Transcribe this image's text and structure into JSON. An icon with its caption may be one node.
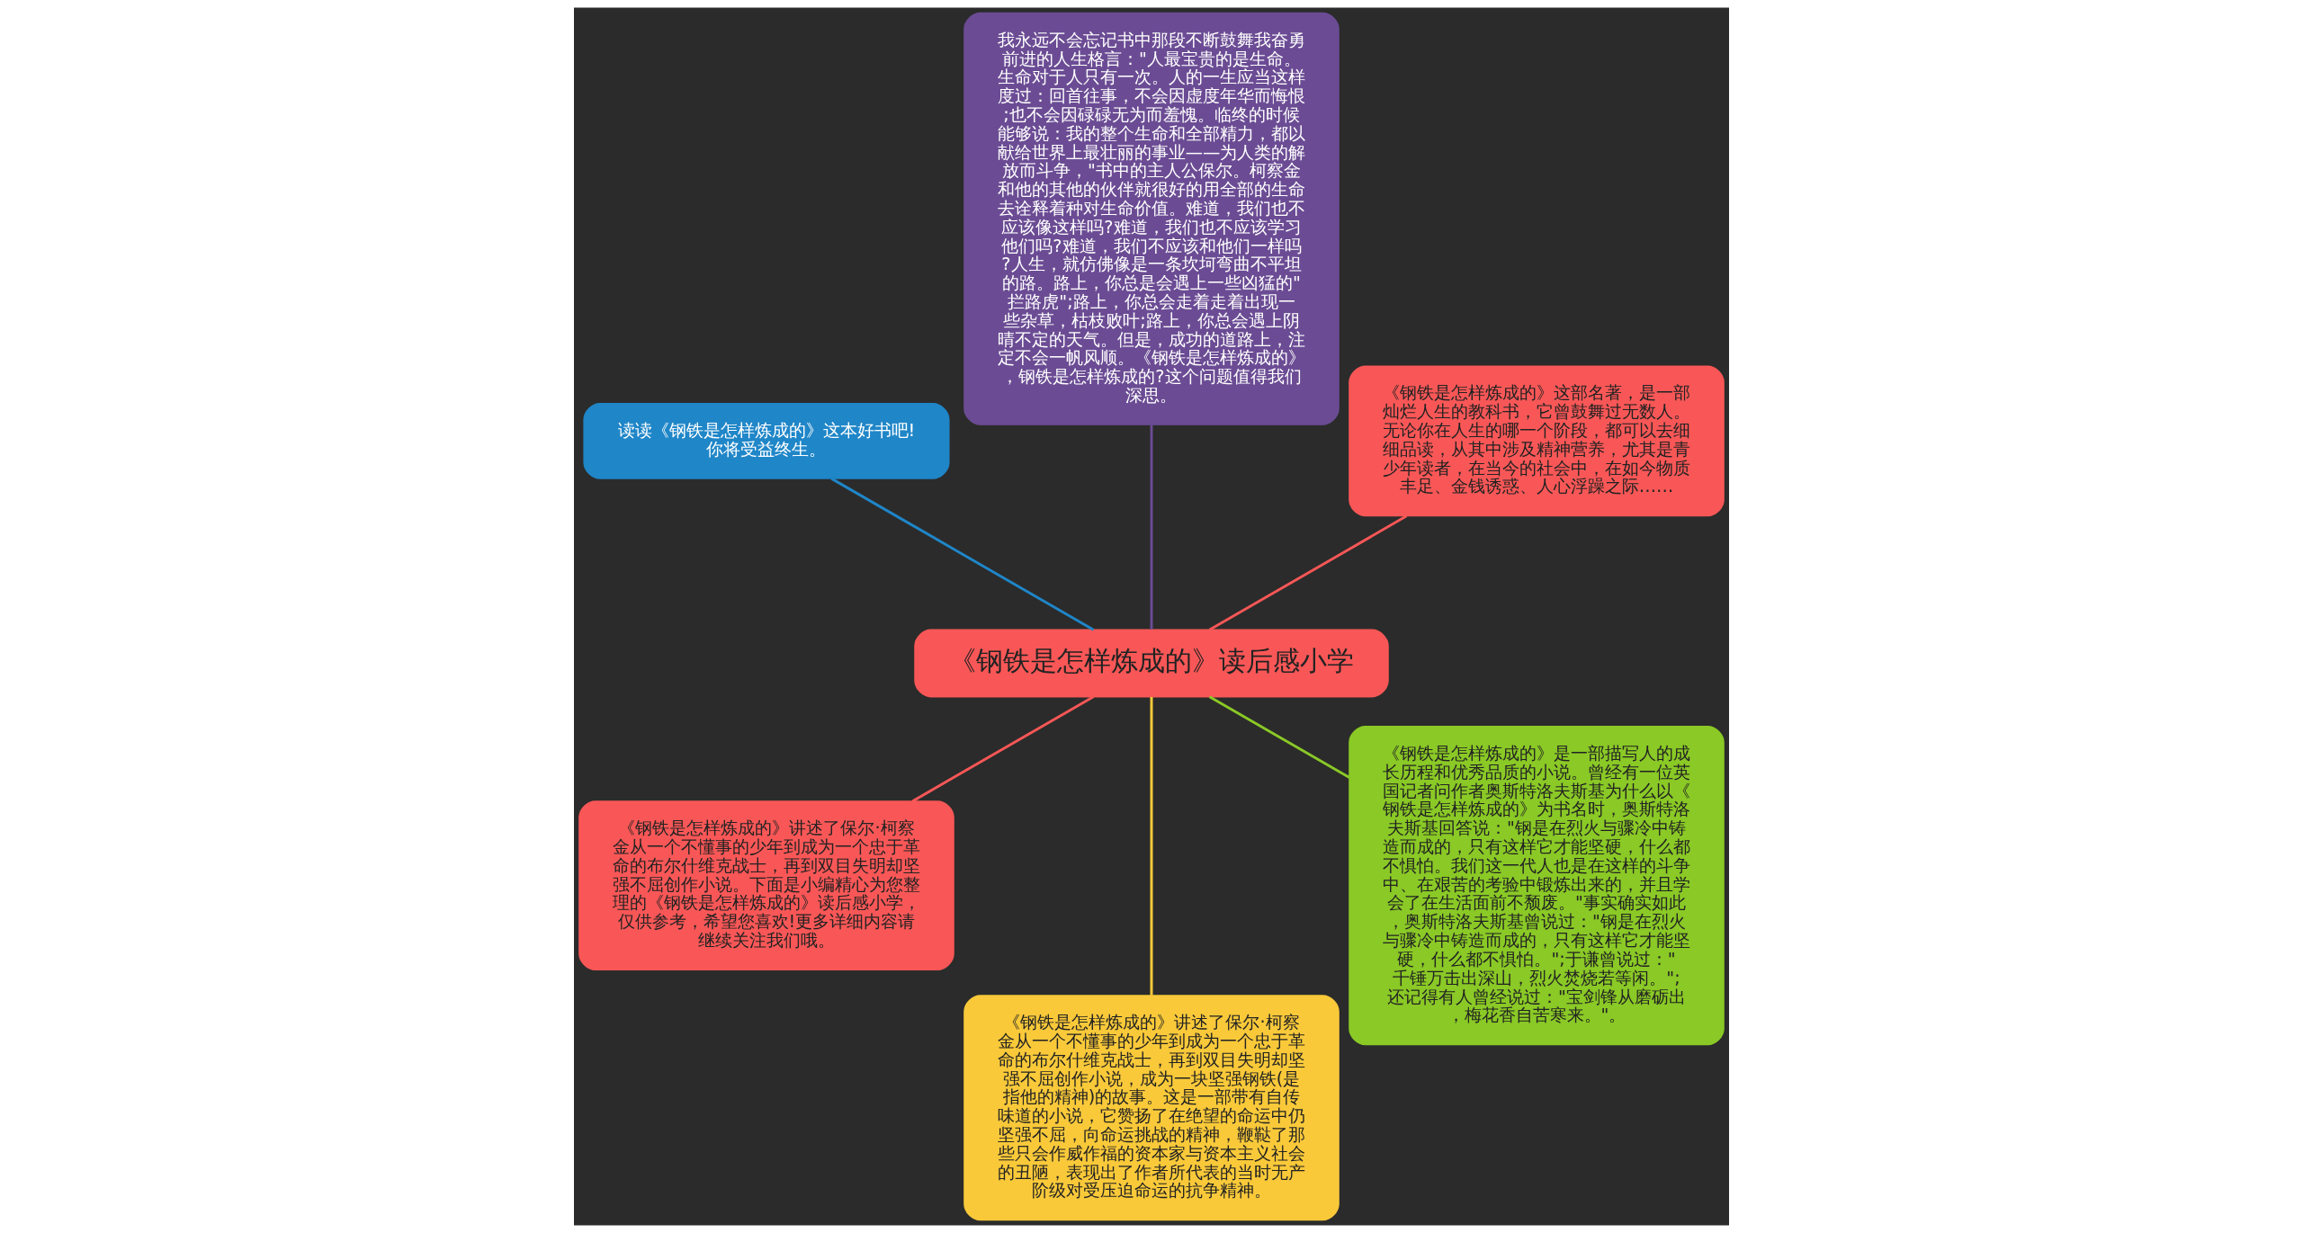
{
  "diagram": {
    "nodes": [
      {
        "text": [
          "《钢铁是怎样炼成的》读后感小学"
        ]
      },
      {
        "text": [
          "《钢铁是怎样炼成的》这部名著，是一部灿烂人生的教科书，它曾鼓舞过无数人。无论你在人生的哪一个阶段，都可以去细细品读，从其中涉及精神营养，尤其是青少年读者，在当今的社会中，在如今物质丰足、金钱诱惑、人心浮躁之际……"
        ]
      },
      {
        "text": [
          "我永远不会忘记书中那段不断鼓舞我奋勇前进的人生格言：\"人最宝贵的是生命。生命对于人只有一次。人的一生应当这样度过：回首往事，不会因虚度年华而悔恨;也不会因碌碌无为而羞愧。临终的时候能够说：我的整个生命和全部精力，都以献给世界上最壮丽的事业——为人类的解放而斗争，\"书中的主人公保尔。柯察金和他的其他的伙伴就很好的用全部的生命去诠释着种对生命价值。难道，我们也不应该像这样吗?难道，我们也不应该学习他们吗?难道，我们不应该和他们一样吗?人生，就仿佛像是一条坎坷弯曲不平坦的路。路上，你总是会遇上一些凶猛的\"拦路虎\";路上，你总会走着走着出现一些杂草，枯枝败叶;路上，你总会遇上阴晴不定的天气。但是，成功的道路上，注定不会一帆风顺。《钢铁是怎样炼成的》，钢铁是怎样炼成的?这个问题值得我们深思。"
        ]
      },
      {
        "text": [
          "读读《钢铁是怎样炼成的》这本好书吧!你将受益终生。"
        ]
      },
      {
        "text": [
          "《钢铁是怎样炼成的》讲述了保尔·柯察金从一个不懂事的少年到成为一个忠于革命的布尔什维克战士，再到双目失明却坚强不屈创作小说。下面是小编精心为您整理的《钢铁是怎样炼成的》读后感小学，仅供参考，希望您喜欢!更多详细内容请继续关注我们哦。"
        ]
      },
      {
        "text": [
          "《钢铁是怎样炼成的》讲述了保尔·柯察金从一个不懂事的少年到成为一个忠于革命的布尔什维克战士，再到双目失明却坚强不屈创作小说，成为一块坚强钢铁(是指他的精神)的故事。这是一部带有自传味道的小说，它赞扬了在绝望的命运中仍坚强不屈，向命运挑战的精神，鞭鞑了那些只会作威作福的资本家与资本主义社会的丑陋，表现出了作者所代表的当时无产阶级对受压迫命运的抗争精神。"
        ]
      },
      {
        "text": [
          "《钢铁是怎样炼成的》是一部描写人的成长历程和优秀品质的小说。曾经有一位英国记者问作者奥斯特洛夫斯基为什么以《钢铁是怎样炼成的》为书名时，奥斯特洛夫斯基回答说：\"钢是在烈火与骤冷中铸造而成的，只有这样它才能坚硬，什么都不惧怕。我们这一代人也是在这样的斗争中、在艰苦的考验中锻炼出来的，并且学会了在生活面前不颓废。\"事实确实如此，奥斯特洛夫斯基曾说过：\"钢是在烈火与骤冷中铸造而成的，只有这样它才能坚硬，什么都不惧怕。\";于谦曾说过：\"千锤万击出深山，烈火焚烧若等闲。\";还记得有人曾经说过：\"宝剑锋从磨砺出，梅花香自苦寒来。\"。"
        ]
      }
    ],
    "edges": [
      {
        "from": 0,
        "to": 1,
        "arrow": "none",
        "color": "#f95757"
      },
      {
        "from": 0,
        "to": 2,
        "arrow": "none",
        "color": "#6b4c94"
      },
      {
        "from": 0,
        "to": 3,
        "arrow": "none",
        "color": "#1f86c8"
      },
      {
        "from": 0,
        "to": 4,
        "arrow": "none",
        "color": "#f95757"
      },
      {
        "from": 0,
        "to": 5,
        "arrow": "none",
        "color": "#f9c93a"
      },
      {
        "from": 0,
        "to": 6,
        "arrow": "none",
        "color": "#8ac926"
      }
    ]
  }
}
